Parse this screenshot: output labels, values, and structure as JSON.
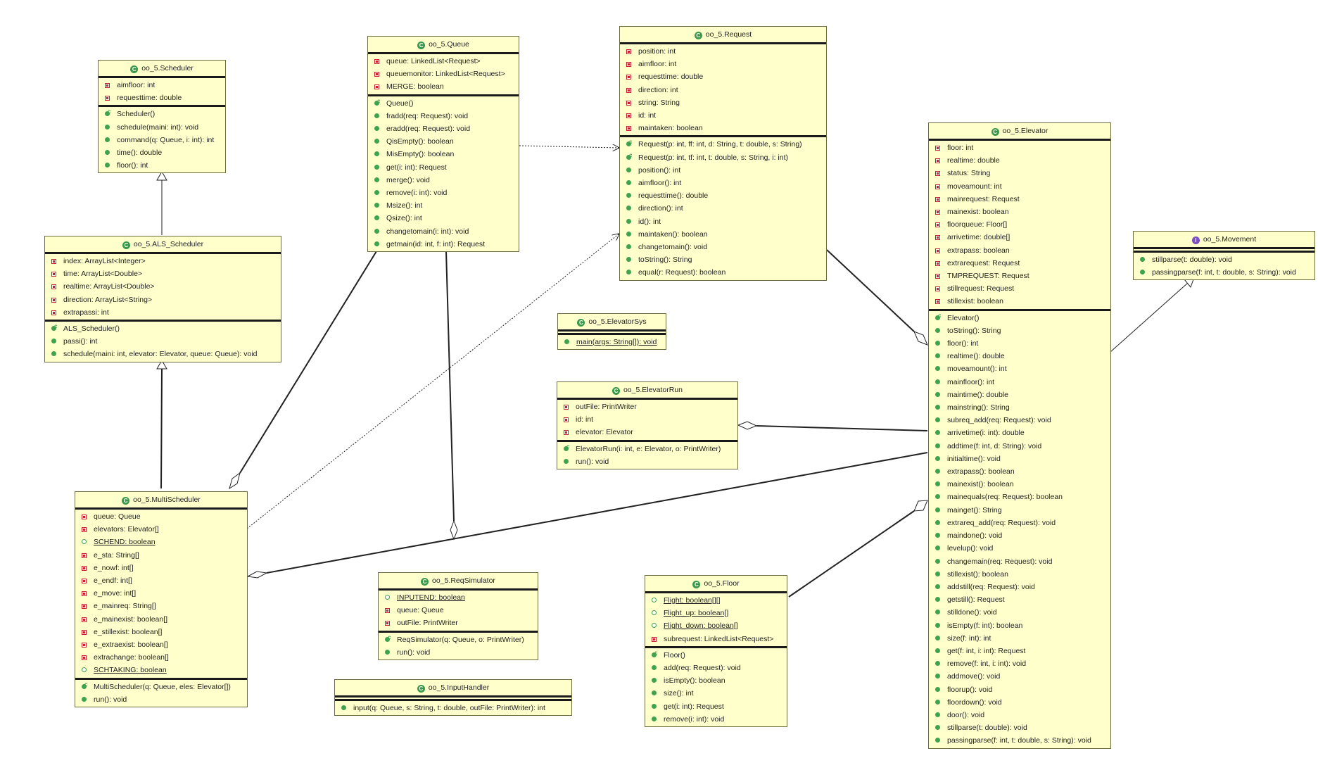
{
  "classes": [
    {
      "id": "scheduler",
      "name": "oo_5.Scheduler",
      "fields": [
        {
          "v": "priv",
          "t": "aimfloor: int"
        },
        {
          "v": "priv",
          "t": "requesttime: double"
        }
      ],
      "methods": [
        {
          "v": "pub",
          "c": true,
          "t": "Scheduler()"
        },
        {
          "v": "pub",
          "t": "schedule(maini: int): void"
        },
        {
          "v": "pub",
          "t": "command(q: Queue, i: int): int"
        },
        {
          "v": "pub",
          "t": "time(): double"
        },
        {
          "v": "pub",
          "t": "floor(): int"
        }
      ]
    },
    {
      "id": "als",
      "name": "oo_5.ALS_Scheduler",
      "fields": [
        {
          "v": "priv",
          "t": "index: ArrayList<Integer>"
        },
        {
          "v": "priv",
          "t": "time: ArrayList<Double>"
        },
        {
          "v": "priv",
          "t": "realtime: ArrayList<Double>"
        },
        {
          "v": "priv",
          "t": "direction: ArrayList<String>"
        },
        {
          "v": "priv",
          "t": "extrapassi: int"
        }
      ],
      "methods": [
        {
          "v": "pub",
          "c": true,
          "t": "ALS_Scheduler()"
        },
        {
          "v": "pub",
          "t": "passi(): int"
        },
        {
          "v": "pub",
          "t": "schedule(maini: int, elevator: Elevator, queue: Queue): void"
        }
      ]
    },
    {
      "id": "multi",
      "name": "oo_5.MultiScheduler",
      "fields": [
        {
          "v": "priv",
          "t": "queue: Queue"
        },
        {
          "v": "priv",
          "t": "elevators: Elevator[]"
        },
        {
          "v": "pubhollow",
          "s": true,
          "t": "SCHEND: boolean"
        },
        {
          "v": "priv",
          "t": "e_sta: String[]"
        },
        {
          "v": "priv",
          "t": "e_nowf: int[]"
        },
        {
          "v": "priv",
          "t": "e_endf: int[]"
        },
        {
          "v": "priv",
          "t": "e_move: int[]"
        },
        {
          "v": "priv",
          "t": "e_mainreq: String[]"
        },
        {
          "v": "priv",
          "t": "e_mainexist: boolean[]"
        },
        {
          "v": "priv",
          "t": "e_stillexist: boolean[]"
        },
        {
          "v": "priv",
          "t": "e_extraexist: boolean[]"
        },
        {
          "v": "priv",
          "t": "extrachange: boolean[]"
        },
        {
          "v": "pubhollow",
          "s": true,
          "t": "SCHTAKING: boolean"
        }
      ],
      "methods": [
        {
          "v": "pub",
          "c": true,
          "t": "MultiScheduler(q: Queue, eles: Elevator[])"
        },
        {
          "v": "pub",
          "t": "run(): void"
        }
      ]
    },
    {
      "id": "queue",
      "name": "oo_5.Queue",
      "fields": [
        {
          "v": "priv",
          "t": "queue: LinkedList<Request>"
        },
        {
          "v": "priv",
          "t": "queuemonitor: LinkedList<Request>"
        },
        {
          "v": "priv",
          "t": "MERGE: boolean"
        }
      ],
      "methods": [
        {
          "v": "pub",
          "c": true,
          "t": "Queue()"
        },
        {
          "v": "pub",
          "t": "fradd(req: Request): void"
        },
        {
          "v": "pub",
          "t": "eradd(req: Request): void"
        },
        {
          "v": "pub",
          "t": "QisEmpty(): boolean"
        },
        {
          "v": "pub",
          "t": "MisEmpty(): boolean"
        },
        {
          "v": "pub",
          "t": "get(i: int): Request"
        },
        {
          "v": "pub",
          "t": "merge(): void"
        },
        {
          "v": "pub",
          "t": "remove(i: int): void"
        },
        {
          "v": "pub",
          "t": "Msize(): int"
        },
        {
          "v": "pub",
          "t": "Qsize(): int"
        },
        {
          "v": "pub",
          "t": "changetomain(i: int): void"
        },
        {
          "v": "pub",
          "t": "getmain(id: int, f: int): Request"
        }
      ]
    },
    {
      "id": "request",
      "name": "oo_5.Request",
      "fields": [
        {
          "v": "priv",
          "t": "position: int"
        },
        {
          "v": "priv",
          "t": "aimfloor: int"
        },
        {
          "v": "priv",
          "t": "requesttime: double"
        },
        {
          "v": "priv",
          "t": "direction: int"
        },
        {
          "v": "priv",
          "t": "string: String"
        },
        {
          "v": "priv",
          "t": "id: int"
        },
        {
          "v": "priv",
          "t": "maintaken: boolean"
        }
      ],
      "methods": [
        {
          "v": "pub",
          "c": true,
          "t": "Request(p: int, ff: int, d: String, t: double, s: String)"
        },
        {
          "v": "pub",
          "c": true,
          "t": "Request(p: int, tf: int, t: double, s: String, i: int)"
        },
        {
          "v": "pub",
          "t": "position(): int"
        },
        {
          "v": "pub",
          "t": "aimfloor(): int"
        },
        {
          "v": "pub",
          "t": "requesttime(): double"
        },
        {
          "v": "pub",
          "t": "direction(): int"
        },
        {
          "v": "pub",
          "t": "id(): int"
        },
        {
          "v": "pub",
          "t": "maintaken(): boolean"
        },
        {
          "v": "pub",
          "t": "changetomain(): void"
        },
        {
          "v": "pub",
          "t": "toString(): String"
        },
        {
          "v": "pub",
          "t": "equal(r: Request): boolean"
        }
      ]
    },
    {
      "id": "elevatorsys",
      "name": "oo_5.ElevatorSys",
      "fields": [],
      "methods": [
        {
          "v": "pub",
          "s": true,
          "t": "main(args: String[]): void"
        }
      ]
    },
    {
      "id": "elevatorrun",
      "name": "oo_5.ElevatorRun",
      "fields": [
        {
          "v": "priv",
          "t": "outFile: PrintWriter"
        },
        {
          "v": "priv",
          "t": "id: int"
        },
        {
          "v": "priv",
          "t": "elevator: Elevator"
        }
      ],
      "methods": [
        {
          "v": "pub",
          "c": true,
          "t": "ElevatorRun(i: int, e: Elevator, o: PrintWriter)"
        },
        {
          "v": "pub",
          "t": "run(): void"
        }
      ]
    },
    {
      "id": "reqsim",
      "name": "oo_5.ReqSimulator",
      "fields": [
        {
          "v": "pubhollow",
          "s": true,
          "t": "INPUTEND: boolean"
        },
        {
          "v": "priv",
          "t": "queue: Queue"
        },
        {
          "v": "priv",
          "t": "outFile: PrintWriter"
        }
      ],
      "methods": [
        {
          "v": "pub",
          "c": true,
          "t": "ReqSimulator(q: Queue, o: PrintWriter)"
        },
        {
          "v": "pub",
          "t": "run(): void"
        }
      ]
    },
    {
      "id": "inputhandler",
      "name": "oo_5.InputHandler",
      "fields": [],
      "methods": [
        {
          "v": "pub",
          "t": "input(q: Queue, s: String, t: double, outFile: PrintWriter): int"
        }
      ]
    },
    {
      "id": "floor",
      "name": "oo_5.Floor",
      "fields": [
        {
          "v": "pubhollow",
          "s": true,
          "t": "Flight: boolean[][]"
        },
        {
          "v": "pubhollow",
          "s": true,
          "t": "Flight_up: boolean[]"
        },
        {
          "v": "pubhollow",
          "s": true,
          "t": "Flight_down: boolean[]"
        },
        {
          "v": "priv",
          "t": "subrequest: LinkedList<Request>"
        }
      ],
      "methods": [
        {
          "v": "pub",
          "c": true,
          "t": "Floor()"
        },
        {
          "v": "pub",
          "t": "add(req: Request): void"
        },
        {
          "v": "pub",
          "t": "isEmpty(): boolean"
        },
        {
          "v": "pub",
          "t": "size(): int"
        },
        {
          "v": "pub",
          "t": "get(i: int): Request"
        },
        {
          "v": "pub",
          "t": "remove(i: int): void"
        }
      ]
    },
    {
      "id": "elevator",
      "name": "oo_5.Elevator",
      "fields": [
        {
          "v": "priv",
          "t": "floor: int"
        },
        {
          "v": "priv",
          "t": "realtime: double"
        },
        {
          "v": "priv",
          "t": "status: String"
        },
        {
          "v": "priv",
          "t": "moveamount: int"
        },
        {
          "v": "priv",
          "t": "mainrequest: Request"
        },
        {
          "v": "priv",
          "t": "mainexist: boolean"
        },
        {
          "v": "priv",
          "t": "floorqueue: Floor[]"
        },
        {
          "v": "priv",
          "t": "arrivetime: double[]"
        },
        {
          "v": "priv",
          "t": "extrapass: boolean"
        },
        {
          "v": "priv",
          "t": "extrarequest: Request"
        },
        {
          "v": "priv",
          "t": "TMPREQUEST: Request"
        },
        {
          "v": "priv",
          "t": "stillrequest: Request"
        },
        {
          "v": "priv",
          "t": "stillexist: boolean"
        }
      ],
      "methods": [
        {
          "v": "pub",
          "c": true,
          "t": "Elevator()"
        },
        {
          "v": "pub",
          "t": "toString(): String"
        },
        {
          "v": "pub",
          "t": "floor(): int"
        },
        {
          "v": "pub",
          "t": "realtime(): double"
        },
        {
          "v": "pub",
          "t": "moveamount(): int"
        },
        {
          "v": "pub",
          "t": "mainfloor(): int"
        },
        {
          "v": "pub",
          "t": "maintime(): double"
        },
        {
          "v": "pub",
          "t": "mainstring(): String"
        },
        {
          "v": "pub",
          "t": "subreq_add(req: Request): void"
        },
        {
          "v": "pub",
          "t": "arrivetime(i: int): double"
        },
        {
          "v": "pub",
          "t": "addtime(f: int, d: String): void"
        },
        {
          "v": "pub",
          "t": "initialtime(): void"
        },
        {
          "v": "pub",
          "t": "extrapass(): boolean"
        },
        {
          "v": "pub",
          "t": "mainexist(): boolean"
        },
        {
          "v": "pub",
          "t": "mainequals(req: Request): boolean"
        },
        {
          "v": "pub",
          "t": "mainget(): String"
        },
        {
          "v": "pub",
          "t": "extrareq_add(req: Request): void"
        },
        {
          "v": "pub",
          "t": "maindone(): void"
        },
        {
          "v": "pub",
          "t": "levelup(): void"
        },
        {
          "v": "pub",
          "t": "changemain(req: Request): void"
        },
        {
          "v": "pub",
          "t": "stillexist(): boolean"
        },
        {
          "v": "pub",
          "t": "addstill(req: Request): void"
        },
        {
          "v": "pub",
          "t": "getstill(): Request"
        },
        {
          "v": "pub",
          "t": "stilldone(): void"
        },
        {
          "v": "pub",
          "t": "isEmpty(f: int): boolean"
        },
        {
          "v": "pub",
          "t": "size(f: int): int"
        },
        {
          "v": "pub",
          "t": "get(f: int, i: int): Request"
        },
        {
          "v": "pub",
          "t": "remove(f: int, i: int): void"
        },
        {
          "v": "pub",
          "t": "addmove(): void"
        },
        {
          "v": "pub",
          "t": "floorup(): void"
        },
        {
          "v": "pub",
          "t": "floordown(): void"
        },
        {
          "v": "pub",
          "t": "door(): void"
        },
        {
          "v": "pub",
          "t": "stillparse(t: double): void"
        },
        {
          "v": "pub",
          "t": "passingparse(f: int, t: double, s: String): void"
        }
      ]
    },
    {
      "id": "movement",
      "name": "oo_5.Movement",
      "interface": true,
      "fields": [],
      "methods": [
        {
          "v": "pub",
          "t": "stillparse(t: double): void"
        },
        {
          "v": "pub",
          "t": "passingparse(f: int, t: double, s: String): void"
        }
      ]
    }
  ],
  "relations": [
    {
      "type": "generalization",
      "from": "als",
      "to": "scheduler"
    },
    {
      "type": "generalization",
      "from": "multi",
      "to": "als"
    },
    {
      "type": "generalization",
      "from": "elevator",
      "to": "movement"
    },
    {
      "type": "dependency",
      "from": "queue",
      "to": "request"
    },
    {
      "type": "dependency",
      "from": "multi",
      "to": "request"
    },
    {
      "type": "aggregation",
      "whole": "multi",
      "part": "queue"
    },
    {
      "type": "aggregation",
      "whole": "reqsim",
      "part": "queue"
    },
    {
      "type": "aggregation",
      "whole": "multi",
      "part": "elevator"
    },
    {
      "type": "aggregation",
      "whole": "elevatorrun",
      "part": "elevator"
    },
    {
      "type": "aggregation",
      "whole": "elevator",
      "part": "request"
    },
    {
      "type": "aggregation",
      "whole": "elevator",
      "part": "floor"
    }
  ]
}
